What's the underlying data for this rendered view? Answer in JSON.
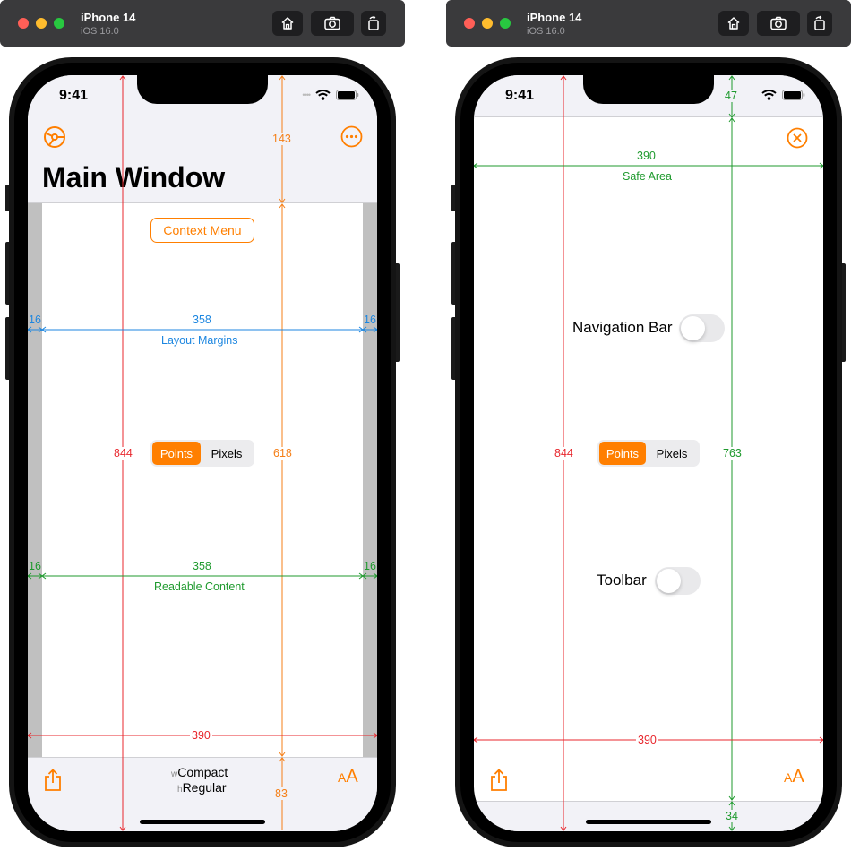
{
  "left": {
    "window": {
      "device": "iPhone 14",
      "os": "iOS 16.0"
    },
    "status": {
      "time": "9:41"
    },
    "nav": {
      "title": "Main Window"
    },
    "content": {
      "context_menu_label": "Context Menu"
    },
    "segment": {
      "points": "Points",
      "pixels": "Pixels"
    },
    "measure": {
      "nav_height": "143",
      "layout_margin_left": "16",
      "layout_width": "358",
      "layout_margin_right": "16",
      "layout_label": "Layout Margins",
      "screen_height": "844",
      "content_height": "618",
      "readable_left": "16",
      "readable_width": "358",
      "readable_right": "16",
      "readable_label": "Readable Content",
      "screen_width": "390",
      "toolbar_height": "83"
    },
    "toolbar": {
      "size_class_w_prefix": "w",
      "size_class_w": "Compact",
      "size_class_h_prefix": "h",
      "size_class_h": "Regular",
      "text_size_small": "A",
      "text_size_large": "A"
    }
  },
  "right": {
    "window": {
      "device": "iPhone 14",
      "os": "iOS 16.0"
    },
    "status": {
      "time": "9:41"
    },
    "measure": {
      "top_inset": "47",
      "safe_width": "390",
      "safe_label": "Safe Area",
      "screen_height": "844",
      "safe_height": "763",
      "screen_width": "390",
      "bottom_inset": "34"
    },
    "settings": {
      "navigation_bar_label": "Navigation Bar",
      "toolbar_label": "Toolbar"
    },
    "toggles": {
      "navigation_bar": false,
      "toolbar": false
    },
    "segment": {
      "points": "Points",
      "pixels": "Pixels"
    },
    "toolbar": {
      "text_size_small": "A",
      "text_size_large": "A"
    }
  },
  "colors": {
    "accent": "#ff7f00",
    "screen_measure": "#e8272d",
    "inner_measure": "#f57f17",
    "layout_margins": "#1c86e0",
    "readable_content": "#1f9a2e",
    "safe_area": "#1f9a2e"
  },
  "icons": [
    "home-icon",
    "camera-icon",
    "rotate-icon",
    "steering-wheel-icon",
    "more-icon",
    "close-icon",
    "share-icon",
    "text-size-icon",
    "wifi-icon",
    "battery-icon"
  ]
}
